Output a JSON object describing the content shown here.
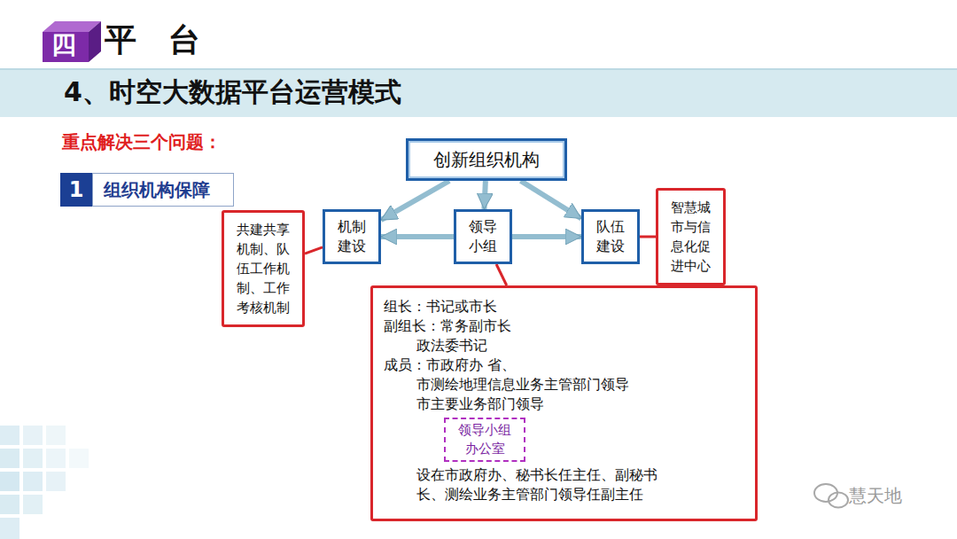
{
  "diagram": {
    "title": "4、时空大数据平台运营模式",
    "nodes": [
      {
        "text": [
          "创新组织机构"
        ]
      },
      {
        "text": [
          "1",
          "组织机构保障"
        ]
      },
      {
        "text": [
          "共建共享机制、队伍工作机制、工作考核机制"
        ]
      },
      {
        "text": [
          "机制建设"
        ]
      },
      {
        "text": [
          "领导小组"
        ]
      },
      {
        "text": [
          "队伍建设"
        ]
      },
      {
        "text": [
          "智慧城市与信息化促进中心"
        ]
      },
      {
        "text": [
          "组长：书记或市长",
          "副组长：常务副市长 政法委书记",
          "成员：市政府办 省、市测绘地理信息业务主管部门领导 市主要业务部门领导",
          "设在市政府办、秘书长任主任、副秘书长、测绘业务主管部门领导任副主任"
        ]
      },
      {
        "text": [
          "领导小组 办公室"
        ],
        "in": 7
      }
    ],
    "edges": [
      {
        "from": 0,
        "to": 3,
        "arrow": "to"
      },
      {
        "from": 0,
        "to": 4,
        "arrow": "to"
      },
      {
        "from": 0,
        "to": 5,
        "arrow": "to"
      },
      {
        "from": 4,
        "to": 3,
        "arrow": "to"
      },
      {
        "from": 4,
        "to": 5,
        "arrow": "to"
      },
      {
        "from": 2,
        "to": 3,
        "arrow": "none"
      },
      {
        "from": 6,
        "to": 5,
        "arrow": "none"
      },
      {
        "from": 7,
        "to": 4,
        "arrow": "none"
      }
    ],
    "labels": [
      "四",
      "平　台",
      "重点解决三个问题：",
      "慧天地"
    ]
  }
}
